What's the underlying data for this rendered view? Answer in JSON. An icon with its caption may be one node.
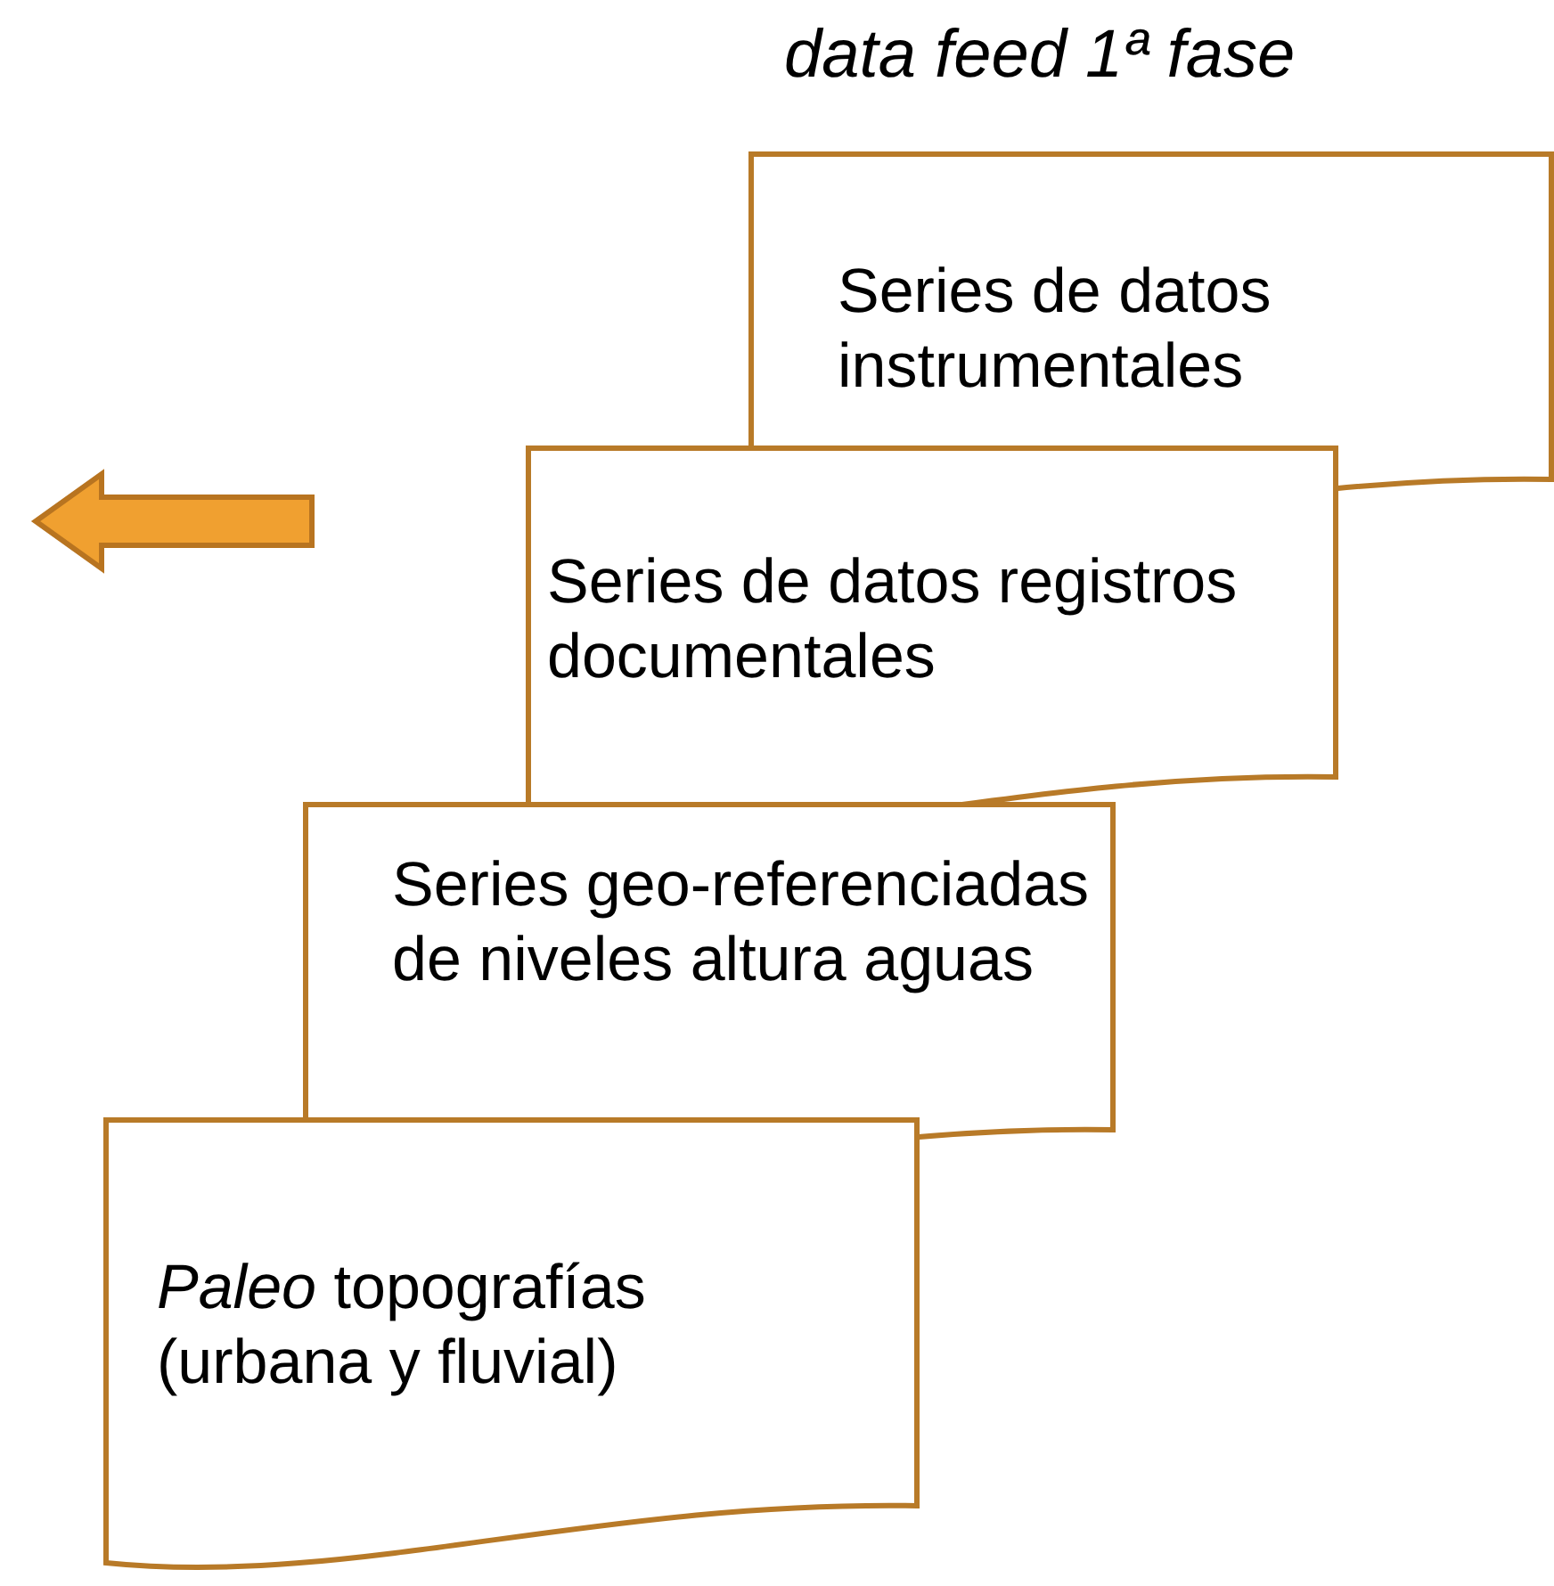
{
  "diagram": {
    "title": "data feed 1ª fase",
    "nodes": [
      {
        "text": [
          "Series de datos instrumentales"
        ]
      },
      {
        "text": [
          "Series de datos registros documentales"
        ]
      },
      {
        "text": [
          "Series geo-referenciadas de niveles altura aguas"
        ]
      },
      {
        "text": [
          "*Paleo* topografías (urbana y fluvial)"
        ]
      }
    ]
  }
}
